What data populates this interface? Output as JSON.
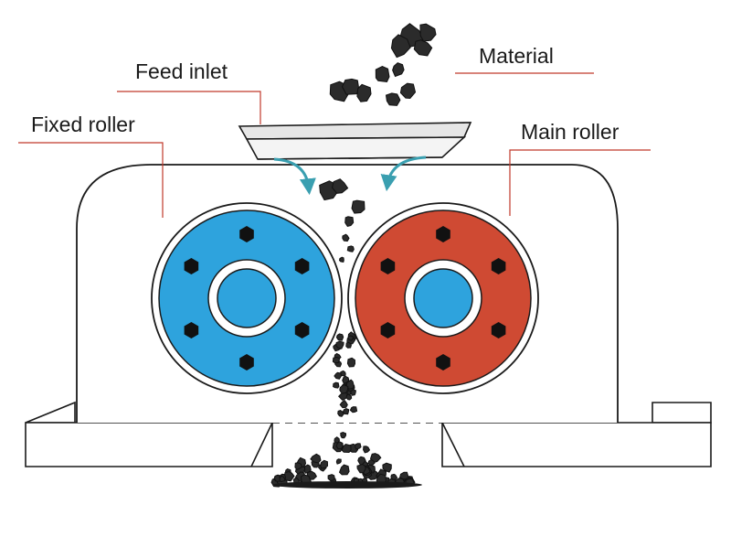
{
  "labels": {
    "feed_inlet": "Feed inlet",
    "material": "Material",
    "fixed_roller": "Fixed roller",
    "main_roller": "Main roller"
  },
  "colors": {
    "fixed_roller": "#2ea3dd",
    "main_roller": "#cf4a33",
    "shaft": "#2ea3dd",
    "leader_line": "#c0392b",
    "arrow": "#3a9fb0",
    "outline": "#1a1a1a"
  },
  "icons": {
    "bolt": "hexagon-bolt-icon",
    "flow_arrow": "curved-arrow-icon",
    "material_chunk": "coal-lump-icon"
  }
}
